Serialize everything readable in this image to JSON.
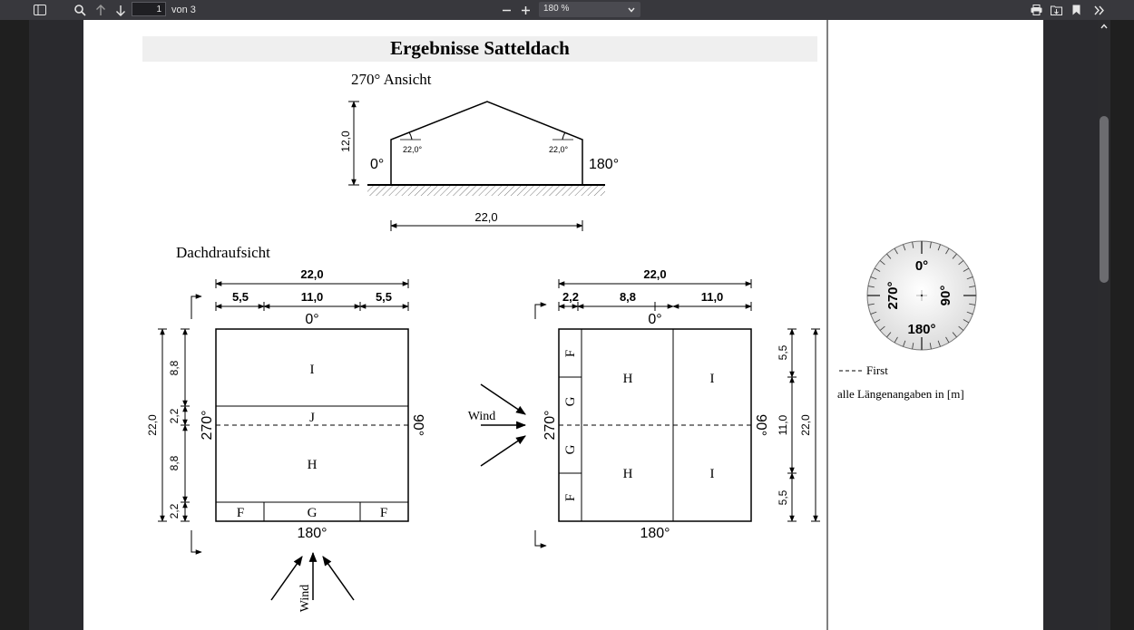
{
  "toolbar": {
    "page_current": "1",
    "page_total_label": "von 3",
    "zoom_value": "180 %"
  },
  "document": {
    "title": "Ergebnisse Satteldach",
    "elevation": {
      "heading": "270° Ansicht",
      "height_dim": "12,0",
      "width_dim": "22,0",
      "left_angle": "22,0°",
      "right_angle": "22,0°",
      "left_dir": "0°",
      "right_dir": "180°"
    },
    "plan_heading": "Dachdraufsicht",
    "plan_left": {
      "top_total": "22,0",
      "top_segments": [
        "5,5",
        "11,0",
        "5,5"
      ],
      "dir_top": "0°",
      "dir_bottom": "180°",
      "dir_left": "270°",
      "dir_right": "90°",
      "left_total": "22,0",
      "left_segments": [
        "8,8",
        "2,2",
        "8,8",
        "2,2"
      ],
      "zones": [
        "I",
        "J",
        "H",
        "F",
        "G",
        "F"
      ],
      "wind_label": "Wind"
    },
    "plan_right": {
      "top_total": "22,0",
      "top_segments": [
        "2,2",
        "8,8",
        "11,0"
      ],
      "dir_top": "0°",
      "dir_bottom": "180°",
      "dir_left": "270°",
      "dir_right": "90°",
      "right_segments": [
        "5,5",
        "11,0",
        "5,5"
      ],
      "right_total": "22,0",
      "zones": [
        "F",
        "G",
        "G",
        "F",
        "H",
        "I",
        "H",
        "I"
      ],
      "wind_label": "Wind"
    },
    "compass": {
      "n": "0°",
      "e": "90°",
      "s": "180°",
      "w": "270°"
    },
    "legend": {
      "first_label": "First",
      "units_note": "alle Längenangaben in [m]"
    }
  }
}
